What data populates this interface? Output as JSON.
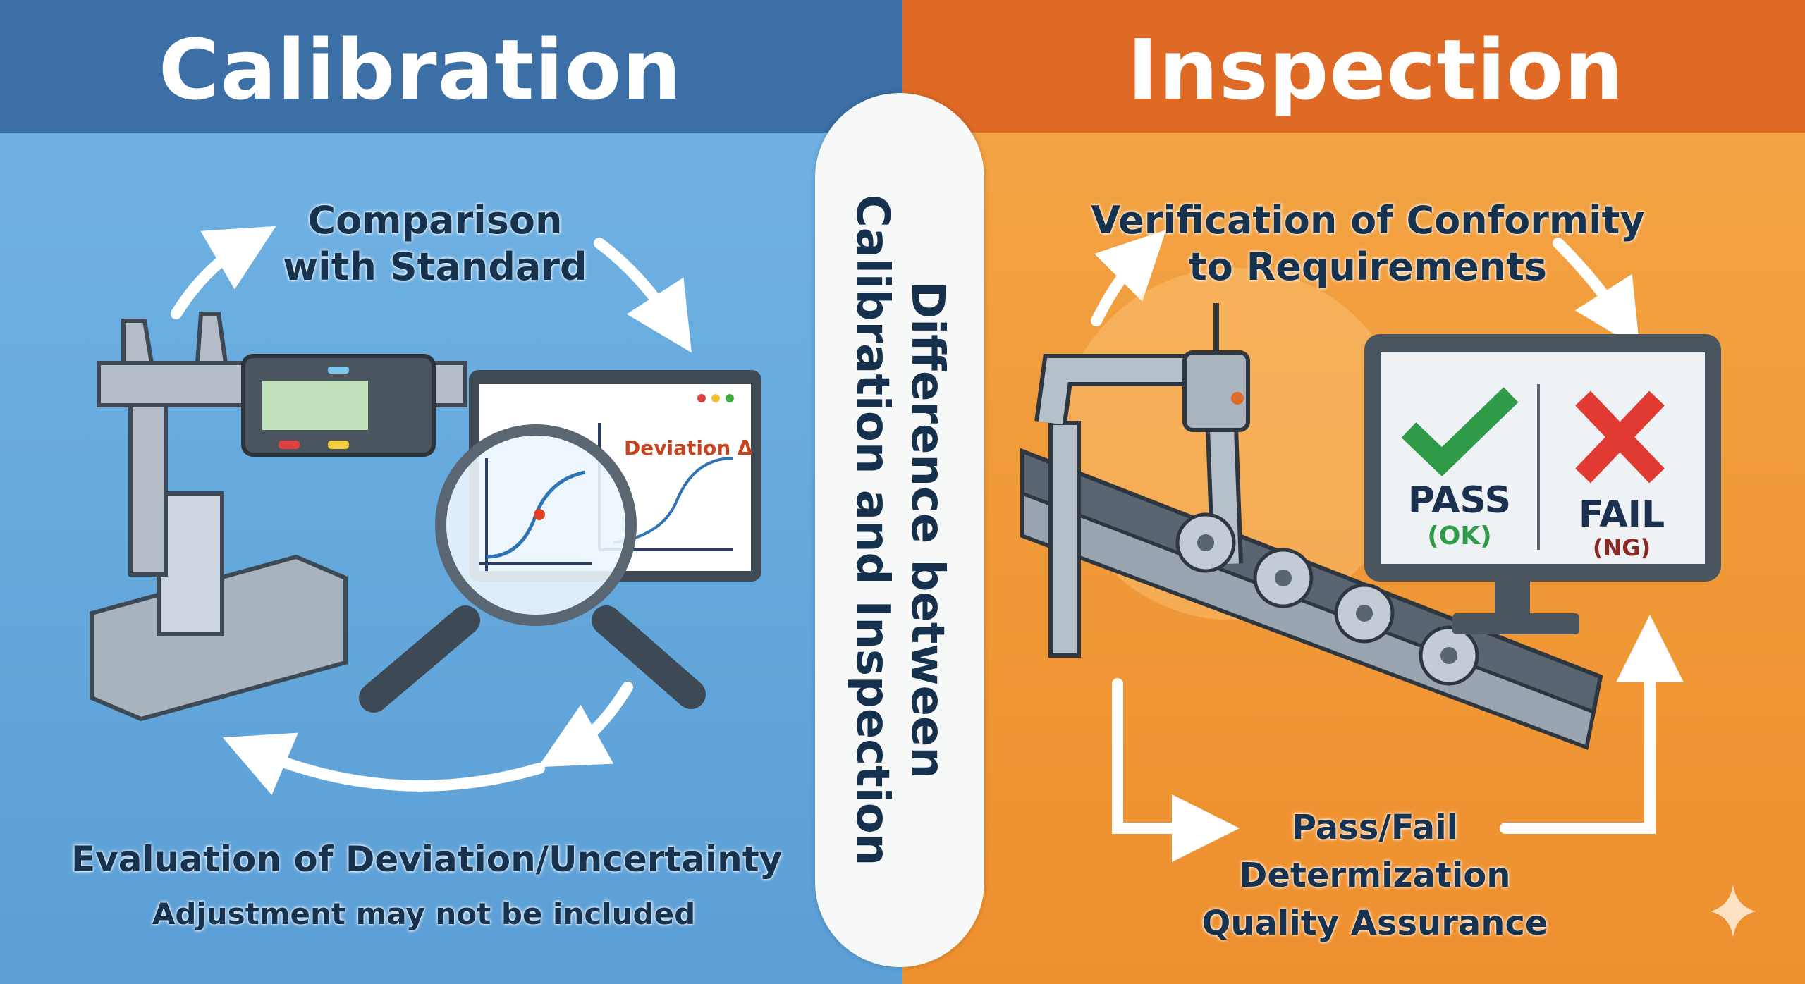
{
  "calibration": {
    "title": "Calibration",
    "step_top": [
      "Comparison",
      "with Standard"
    ],
    "chart_label": "Deviation Δ",
    "bottom_main": "Evaluation of Deviation/Uncertainty",
    "bottom_sub": "Adjustment may not be included"
  },
  "center": {
    "line1": "Difference between",
    "line2": "Calibration and Inspection"
  },
  "inspection": {
    "title": "Inspection",
    "step_top": [
      "Verification of Conformity",
      "to Requirements"
    ],
    "pass": "PASS",
    "pass_sub": "(OK)",
    "fail": "FAIL",
    "fail_sub": "(NG)",
    "bottom": [
      "Pass/Fail",
      "Determization",
      "Quality Assurance"
    ]
  },
  "colors": {
    "blue_header": "#3c6fa6",
    "orange_header": "#df6a26",
    "pass": "#2f9a48",
    "fail": "#e03a33"
  }
}
